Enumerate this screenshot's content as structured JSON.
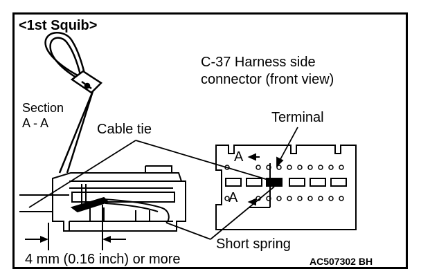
{
  "title": "<1st Squib>",
  "connector_label": [
    "C-37 Harness side",
    "connector (front view)"
  ],
  "section_label": [
    "Section",
    "A - A"
  ],
  "cable_tie_label": "Cable tie",
  "terminal_label": "Terminal",
  "short_spring_label": "Short spring",
  "measurement_label": "4 mm (0.16 inch) or more",
  "section_marker": "A",
  "figure_code": "AC507302 BH"
}
